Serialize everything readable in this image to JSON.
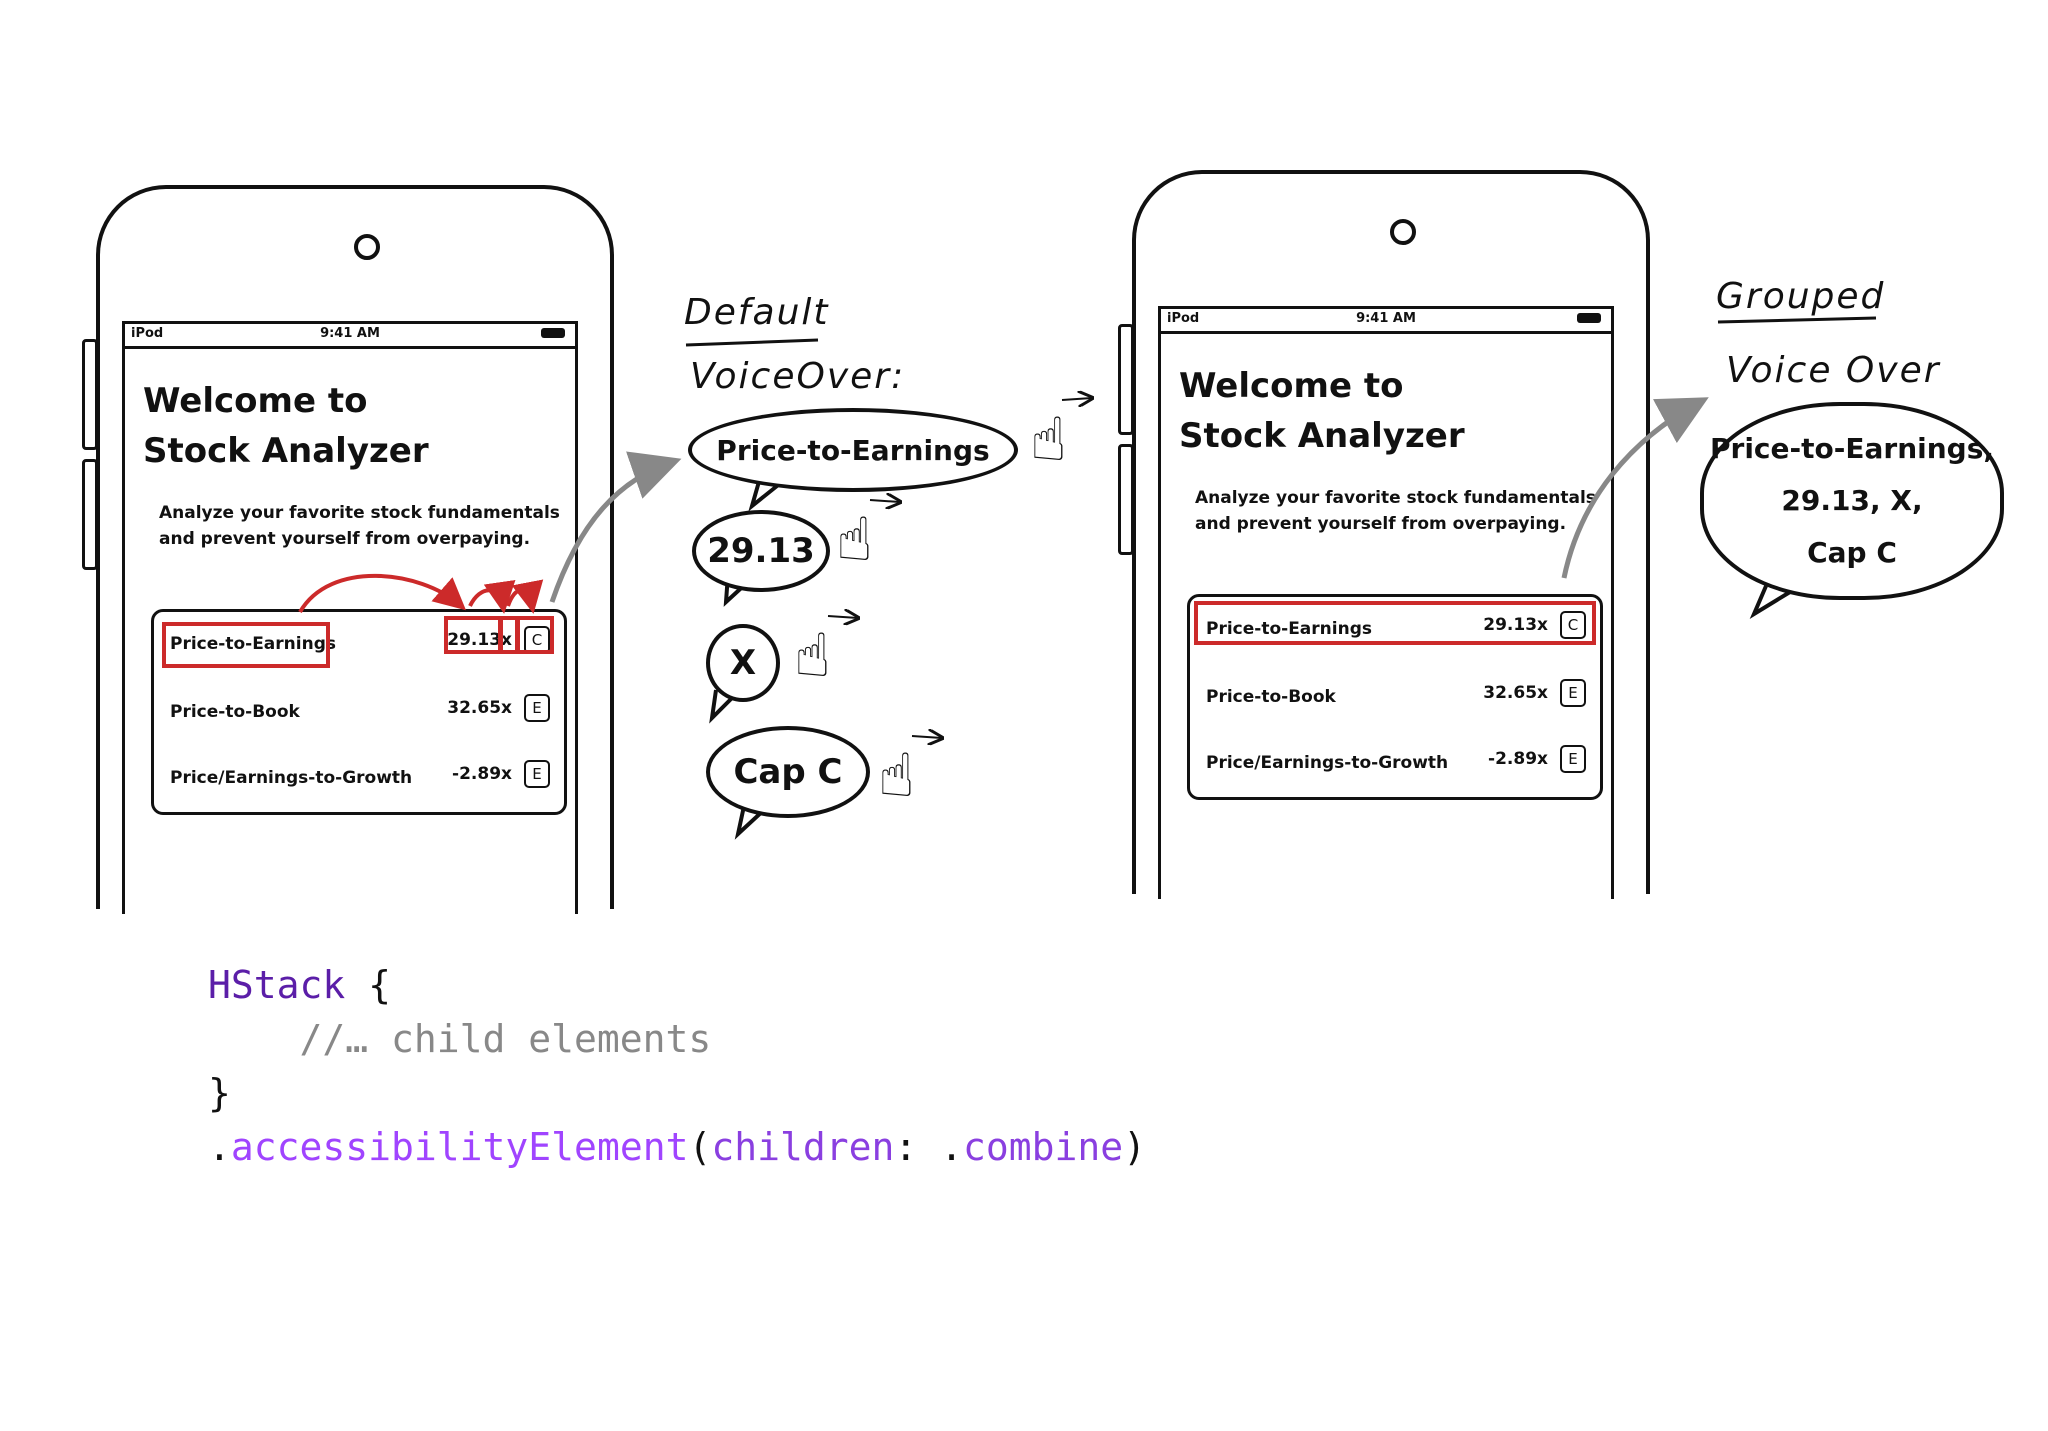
{
  "phones": [
    {
      "status": {
        "carrier": "iPod",
        "time": "9:41 AM"
      },
      "title": "Welcome to\nStock Analyzer",
      "description": "Analyze your favorite stock fundamentals\nand prevent yourself from overpaying.",
      "rows": [
        {
          "label": "Price-to-Earnings",
          "value": "29.13x",
          "rating": "C"
        },
        {
          "label": "Price-to-Book",
          "value": "32.65x",
          "rating": "E"
        },
        {
          "label": "Price/Earnings-to-Growth",
          "value": "-2.89x",
          "rating": "E"
        }
      ]
    },
    {
      "status": {
        "carrier": "iPod",
        "time": "9:41 AM"
      },
      "title": "Welcome to\nStock Analyzer",
      "description": "Analyze your favorite stock fundamentals\nand prevent yourself from overpaying.",
      "rows": [
        {
          "label": "Price-to-Earnings",
          "value": "29.13x",
          "rating": "C"
        },
        {
          "label": "Price-to-Book",
          "value": "32.65x",
          "rating": "E"
        },
        {
          "label": "Price/Earnings-to-Growth",
          "value": "-2.89x",
          "rating": "E"
        }
      ]
    }
  ],
  "default_panel": {
    "heading": "Default",
    "subheading": "VoiceOver:",
    "bubbles": [
      "Price-to-Earnings",
      "29.13",
      "X",
      "Cap C"
    ]
  },
  "grouped_panel": {
    "heading": "Grouped",
    "subheading": "Voice Over",
    "bubble": "Price-to-Earnings,\n29.13, X,\nCap C"
  },
  "code": {
    "line1_kw": "HStack",
    "line1_rest": " {",
    "line2": "    //… child elements",
    "line3": "}",
    "line4_dot": ".",
    "line4_fn": "accessibilityElement",
    "line4_open": "(",
    "line4_param": "children",
    "line4_colon": ": .",
    "line4_value": "combine",
    "line4_close": ")"
  }
}
